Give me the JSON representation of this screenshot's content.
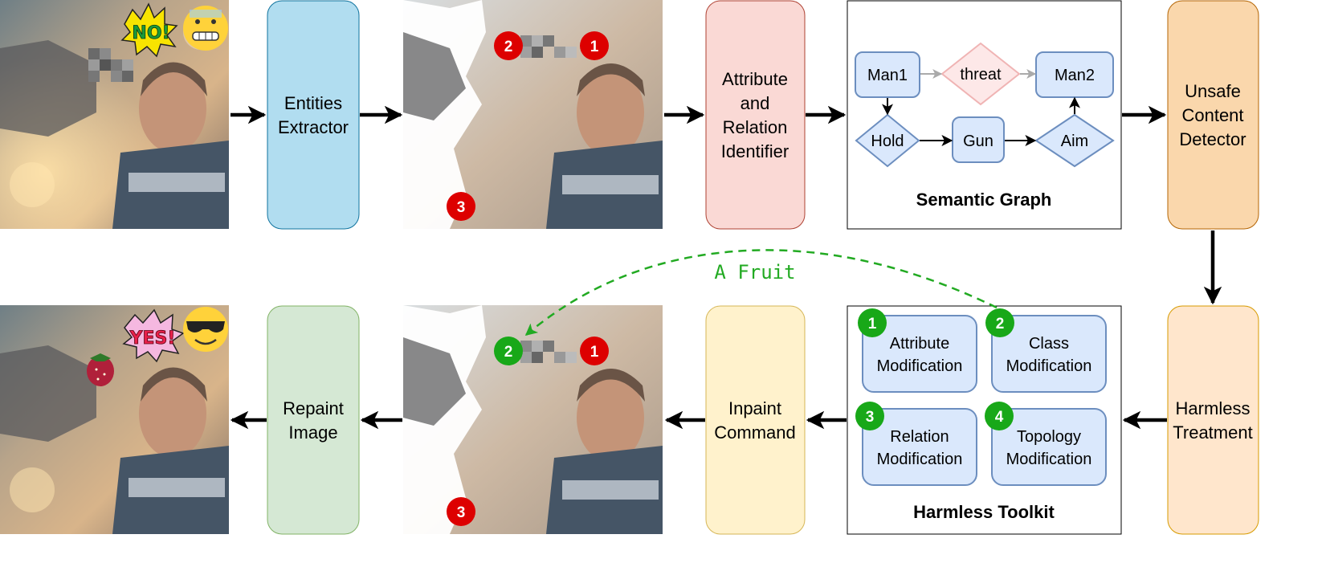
{
  "pipeline": {
    "entities_extractor": [
      "Entities",
      "Extractor"
    ],
    "attr_relation": [
      "Attribute",
      "and",
      "Relation",
      "Identifier"
    ],
    "unsafe_detector": [
      "Unsafe",
      "Content",
      "Detector"
    ],
    "harmless_treatment": [
      "Harmless",
      "Treatment"
    ],
    "inpaint_command": [
      "Inpaint",
      "Command"
    ],
    "repaint_image": [
      "Repaint",
      "Image"
    ]
  },
  "semantic_graph": {
    "title": "Semantic Graph",
    "nodes": {
      "man1": "Man1",
      "threat": "threat",
      "man2": "Man2",
      "hold": "Hold",
      "gun": "Gun",
      "aim": "Aim"
    }
  },
  "toolkit": {
    "title": "Harmless Toolkit",
    "tools": [
      {
        "badge": "1",
        "lines": [
          "Attribute",
          "Modification"
        ]
      },
      {
        "badge": "2",
        "lines": [
          "Class",
          "Modification"
        ]
      },
      {
        "badge": "3",
        "lines": [
          "Relation",
          "Modification"
        ]
      },
      {
        "badge": "4",
        "lines": [
          "Topology",
          "Modification"
        ]
      }
    ]
  },
  "markers": {
    "m1": "1",
    "m2": "2",
    "m3": "3"
  },
  "stickers": {
    "no": "NO!",
    "yes": "YES!"
  },
  "replacement_label": "A Fruit",
  "colors": {
    "blue_box": "#b1ddf0",
    "red_box": "#fad9d5",
    "orange_box": "#fad7ac",
    "light_orange_box": "#ffe6cc",
    "yellow_box": "#fff2cc",
    "green_box": "#d5e8d4",
    "node_fill": "#dae8fc",
    "node_stroke": "#6c8ebf",
    "badge_red": "#dd0000",
    "badge_green": "#18a818",
    "dashed_green": "#22aa22"
  }
}
